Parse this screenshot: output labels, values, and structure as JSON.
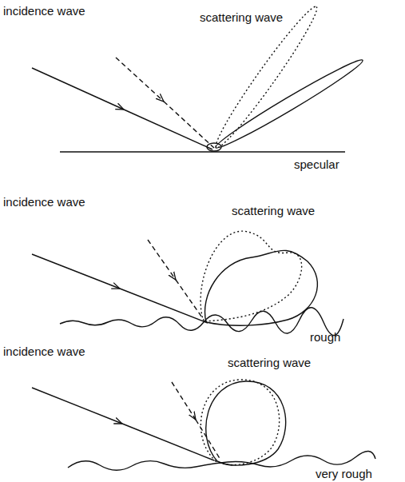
{
  "diagram": {
    "labels": [
      "incidence wave",
      "scattering wave",
      "specular",
      "incidence wave",
      "scattering wave",
      "rough",
      "incidence wave",
      "scattering wave",
      "very rough"
    ]
  }
}
